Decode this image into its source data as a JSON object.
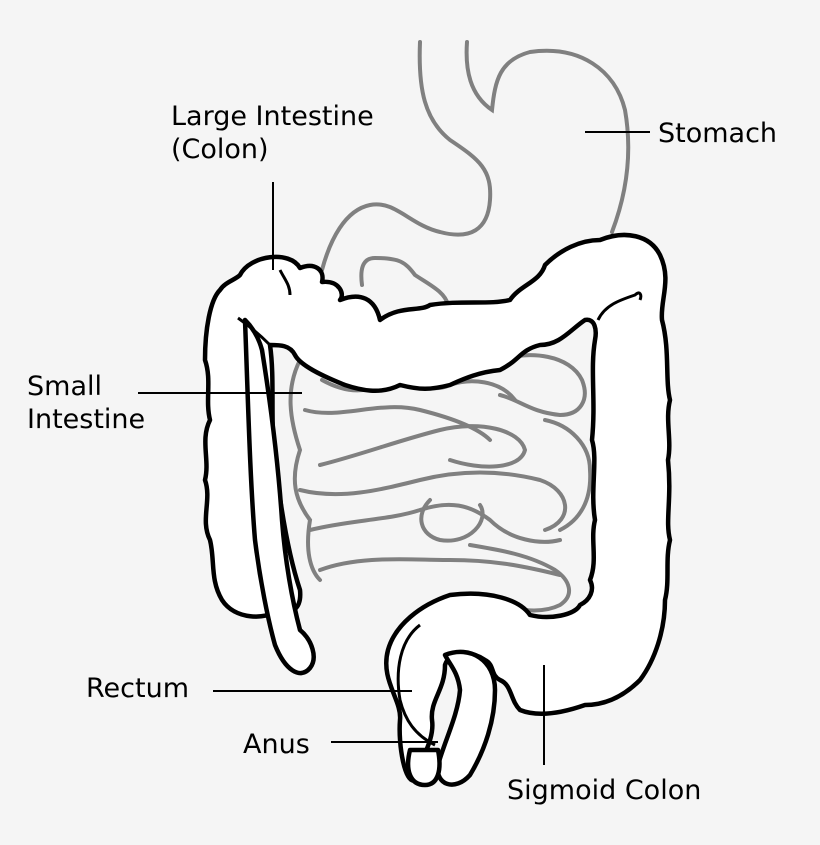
{
  "labels": {
    "large_intestine_line1": "Large Intestine",
    "large_intestine_line2": "(Colon)",
    "stomach": "Stomach",
    "small_intestine_line1": "Small",
    "small_intestine_line2": "Intestine",
    "rectum": "Rectum",
    "anus": "Anus",
    "sigmoid_colon": "Sigmoid Colon"
  },
  "colors": {
    "background": "#f5f5f5",
    "colon_outline": "#000000",
    "stomach_and_small_intestine": "#808080",
    "fill": "#ffffff"
  }
}
